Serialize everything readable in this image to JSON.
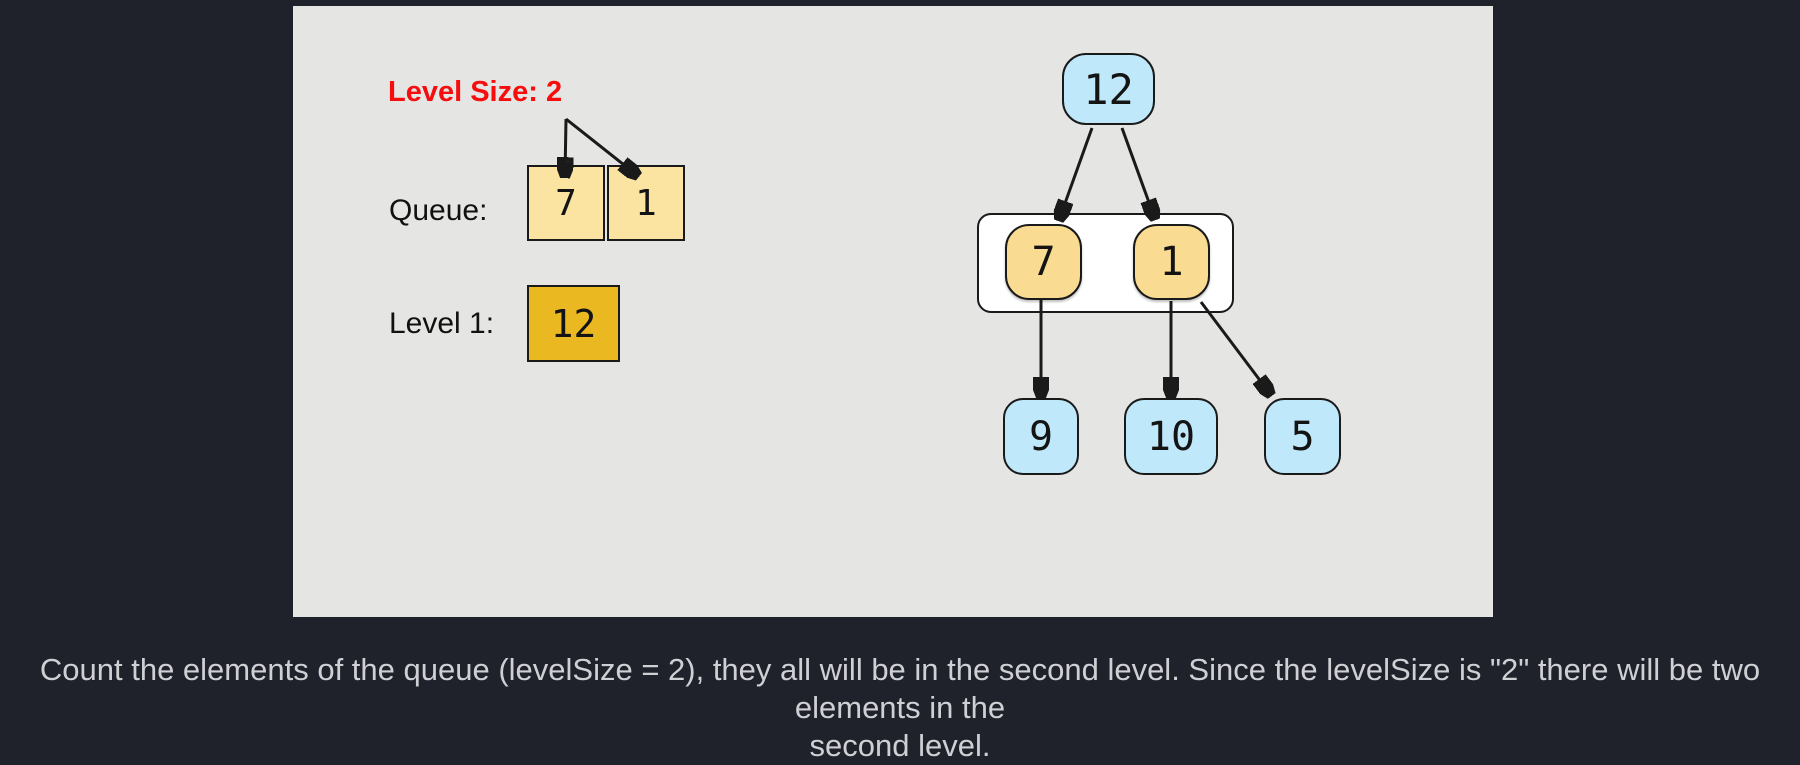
{
  "panel": {
    "level_size_label": "Level Size: 2",
    "queue_label": "Queue:",
    "level1_label": "Level 1:",
    "queue_items": [
      "7",
      "1"
    ],
    "level1_items": [
      "12"
    ]
  },
  "tree": {
    "root": "12",
    "level2": [
      "7",
      "1"
    ],
    "level3": [
      "9",
      "10",
      "5"
    ]
  },
  "caption": {
    "lines": [
      "Count the elements of the queue (levelSize = 2), they all will be in the second level. Since the levelSize is \"2\" there will be two elements in the",
      "second level."
    ]
  },
  "colors": {
    "page_bg": "#1f212b",
    "panel_bg": "#e5e5e4",
    "slot_yellow": "#fbe4a1",
    "slot_gold": "#eab820",
    "node_tan": "#f9dc92",
    "node_blue": "#bfe9fb",
    "ink": "#1a1a1a",
    "red": "#f60d0d",
    "label": "#111111",
    "caption": "#cfd0d4"
  }
}
